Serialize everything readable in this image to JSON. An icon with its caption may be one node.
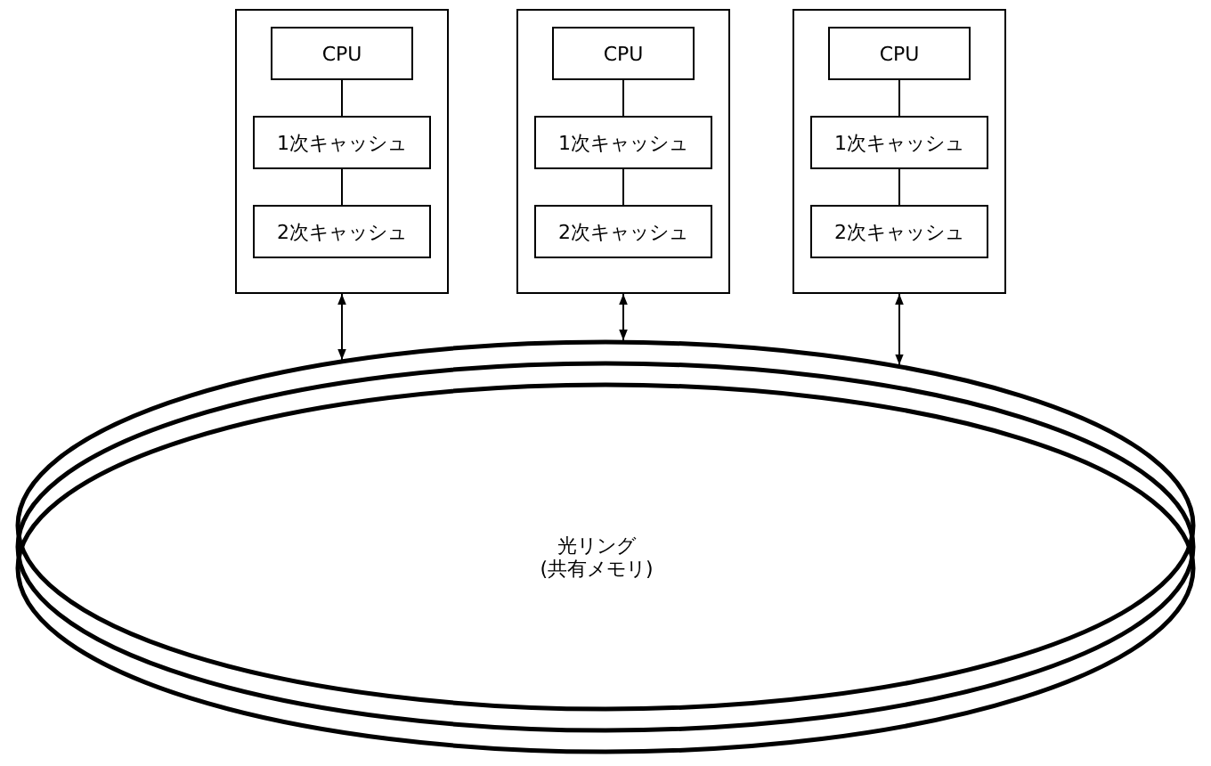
{
  "diagram": {
    "nodes": [
      {
        "text": [],
        "shape": "box"
      },
      {
        "text": [
          "CPU"
        ],
        "in": 0
      },
      {
        "text": [
          "1次キャッシュ"
        ],
        "in": 0
      },
      {
        "text": [
          "2次キャッシュ"
        ],
        "in": 0
      },
      {
        "text": [],
        "shape": "box"
      },
      {
        "text": [
          "CPU"
        ],
        "in": 4
      },
      {
        "text": [
          "1次キャッシュ"
        ],
        "in": 4
      },
      {
        "text": [
          "2次キャッシュ"
        ],
        "in": 4
      },
      {
        "text": [],
        "shape": "box"
      },
      {
        "text": [
          "CPU"
        ],
        "in": 8
      },
      {
        "text": [
          "1次キャッシュ"
        ],
        "in": 8
      },
      {
        "text": [
          "2次キャッシュ"
        ],
        "in": 8
      },
      {
        "text": [
          "光リング(共有メモリ)"
        ]
      }
    ],
    "edges": [
      {
        "from": 1,
        "to": 2,
        "arrow": "none"
      },
      {
        "from": 2,
        "to": 3,
        "arrow": "none"
      },
      {
        "from": 5,
        "to": 6,
        "arrow": "none"
      },
      {
        "from": 6,
        "to": 7,
        "arrow": "none"
      },
      {
        "from": 9,
        "to": 10,
        "arrow": "none"
      },
      {
        "from": 10,
        "to": 11,
        "arrow": "none"
      },
      {
        "from": 0,
        "to": 12,
        "arrow": "both"
      },
      {
        "from": 4,
        "to": 12,
        "arrow": "both"
      },
      {
        "from": 8,
        "to": 12,
        "arrow": "both"
      }
    ]
  }
}
